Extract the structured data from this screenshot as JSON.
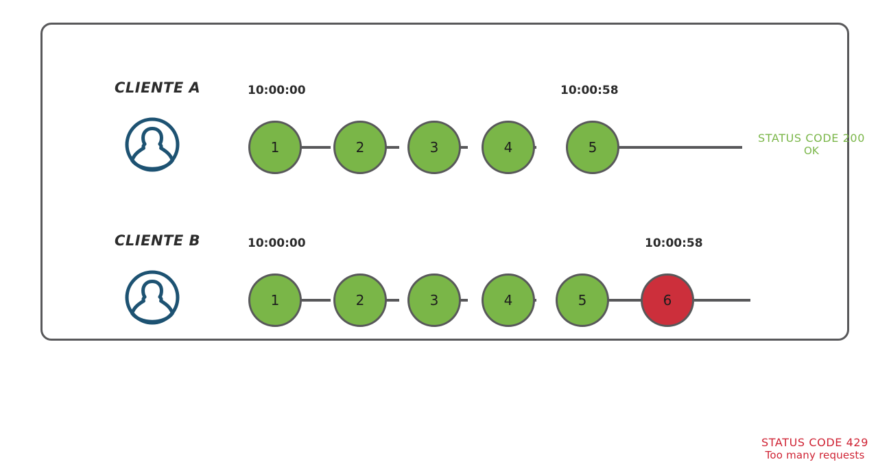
{
  "diagram": {
    "title": "Rate limiting request timeline",
    "colors": {
      "ok": "#7ab648",
      "error": "#cc2f3b",
      "stroke": "#58585a",
      "avatar": "#1d5272",
      "text": "#2b2b2b"
    }
  },
  "rows": [
    {
      "id": "cliente-a",
      "client_label": "CLIENTE A",
      "avatar_icon": "user-avatar-icon",
      "start_time": "10:00:00",
      "end_time": "10:00:58",
      "requests": [
        {
          "number": "1",
          "state": "ok"
        },
        {
          "number": "2",
          "state": "ok"
        },
        {
          "number": "3",
          "state": "ok"
        },
        {
          "number": "4",
          "state": "ok"
        },
        {
          "number": "5",
          "state": "ok"
        }
      ],
      "status": {
        "line1": "STATUS CODE 200",
        "line2": "OK",
        "state": "ok",
        "color": "#7ab648"
      }
    },
    {
      "id": "cliente-b",
      "client_label": "CLIENTE B",
      "avatar_icon": "user-avatar-icon",
      "start_time": "10:00:00",
      "end_time": "10:00:58",
      "requests": [
        {
          "number": "1",
          "state": "ok"
        },
        {
          "number": "2",
          "state": "ok"
        },
        {
          "number": "3",
          "state": "ok"
        },
        {
          "number": "4",
          "state": "ok"
        },
        {
          "number": "5",
          "state": "ok"
        },
        {
          "number": "6",
          "state": "error"
        }
      ],
      "status": {
        "line1": "STATUS CODE 429",
        "line2": "Too many requests",
        "state": "error",
        "color": "#cf2233"
      }
    }
  ]
}
